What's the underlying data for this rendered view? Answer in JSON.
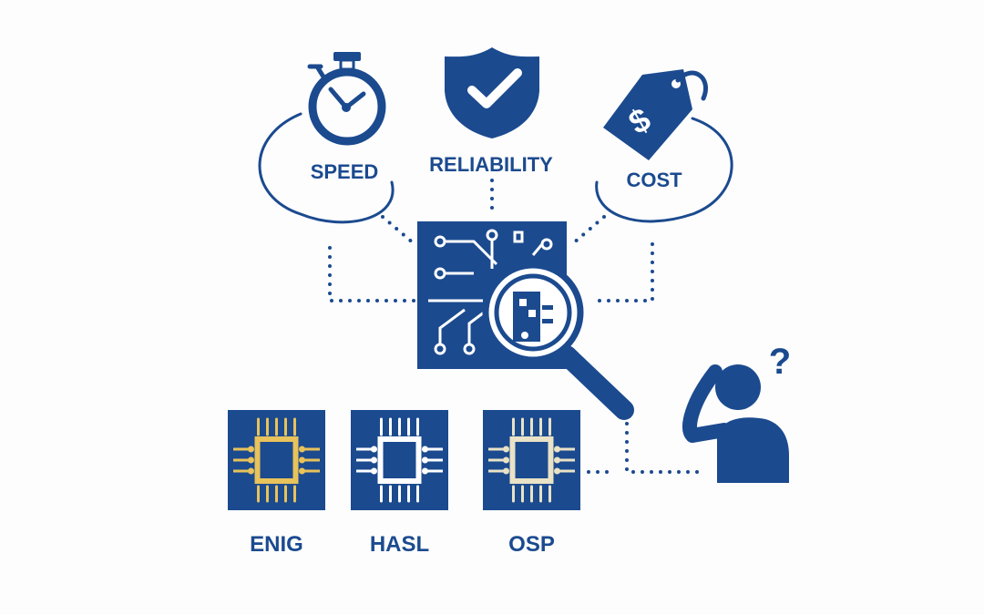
{
  "colors": {
    "primary": "#1b4a8f",
    "enig": "#e8c25a",
    "hasl": "#ffffff",
    "osp": "#e9e2c6"
  },
  "factors": {
    "speed": "SPEED",
    "reliability": "RELIABILITY",
    "cost": "COST"
  },
  "finishes": [
    {
      "label": "ENIG",
      "pad_color": "#e8c25a"
    },
    {
      "label": "HASL",
      "pad_color": "#ffffff"
    },
    {
      "label": "OSP",
      "pad_color": "#e9e2c6"
    }
  ],
  "icons": {
    "speed": "stopwatch-icon",
    "reliability": "shield-check-icon",
    "cost": "price-tag-icon",
    "inspect": "magnifier-icon",
    "user": "thinking-person-icon"
  },
  "question_mark": "?",
  "dollar": "$"
}
